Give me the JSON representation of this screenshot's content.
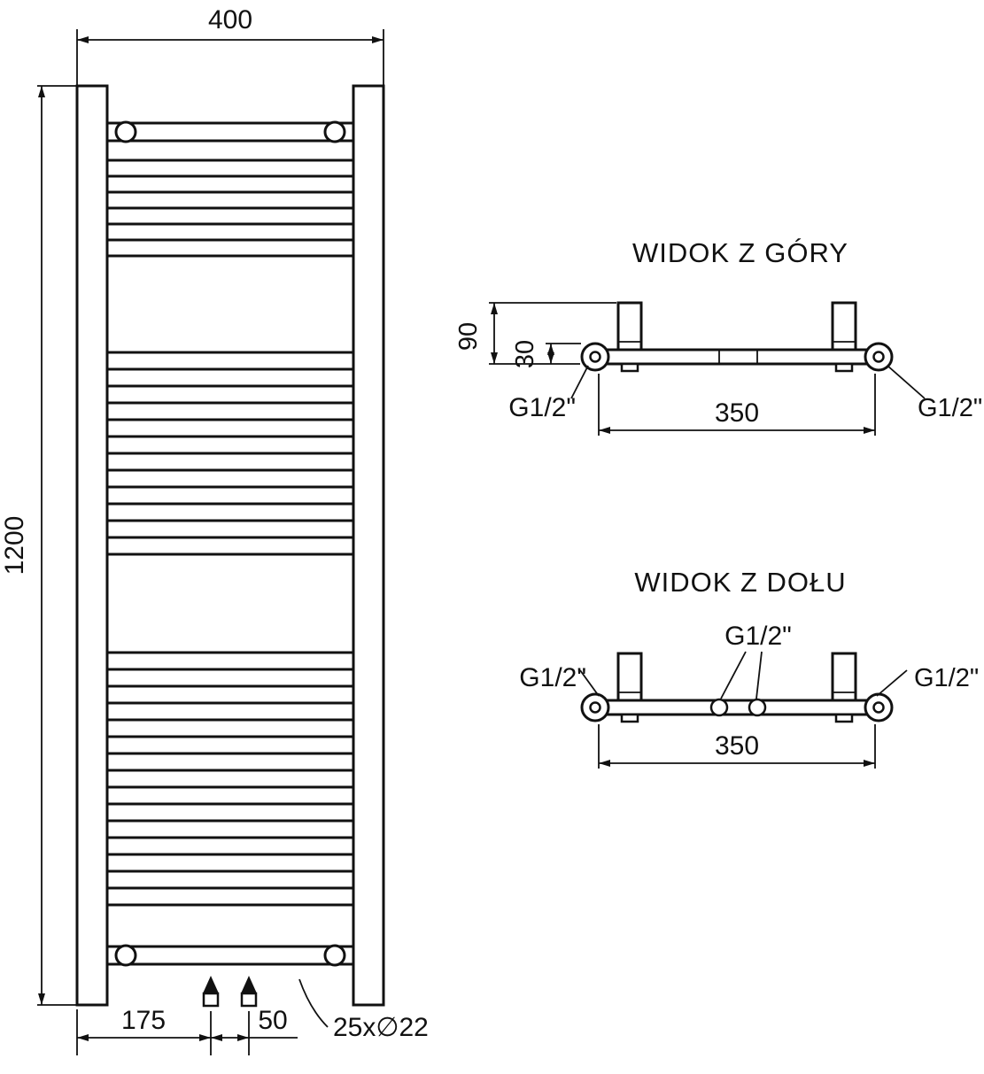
{
  "drawing": {
    "front_view": {
      "width": "400",
      "height": "1200",
      "valve_offset": "175",
      "valve_spacing": "50",
      "tubes": "25x∅22"
    },
    "top_view": {
      "title": "WIDOK Z GÓRY",
      "depth": "90",
      "tube_offset": "30",
      "connection_left": "G1/2\"",
      "connection_right": "G1/2\"",
      "connection_spacing": "350"
    },
    "bottom_view": {
      "title": "WIDOK Z DOŁU",
      "connection_center": "G1/2\"",
      "connection_left": "G1/2\"",
      "connection_right": "G1/2\"",
      "connection_spacing": "350"
    }
  },
  "colors": {
    "line": "#111111",
    "background": "#ffffff"
  }
}
